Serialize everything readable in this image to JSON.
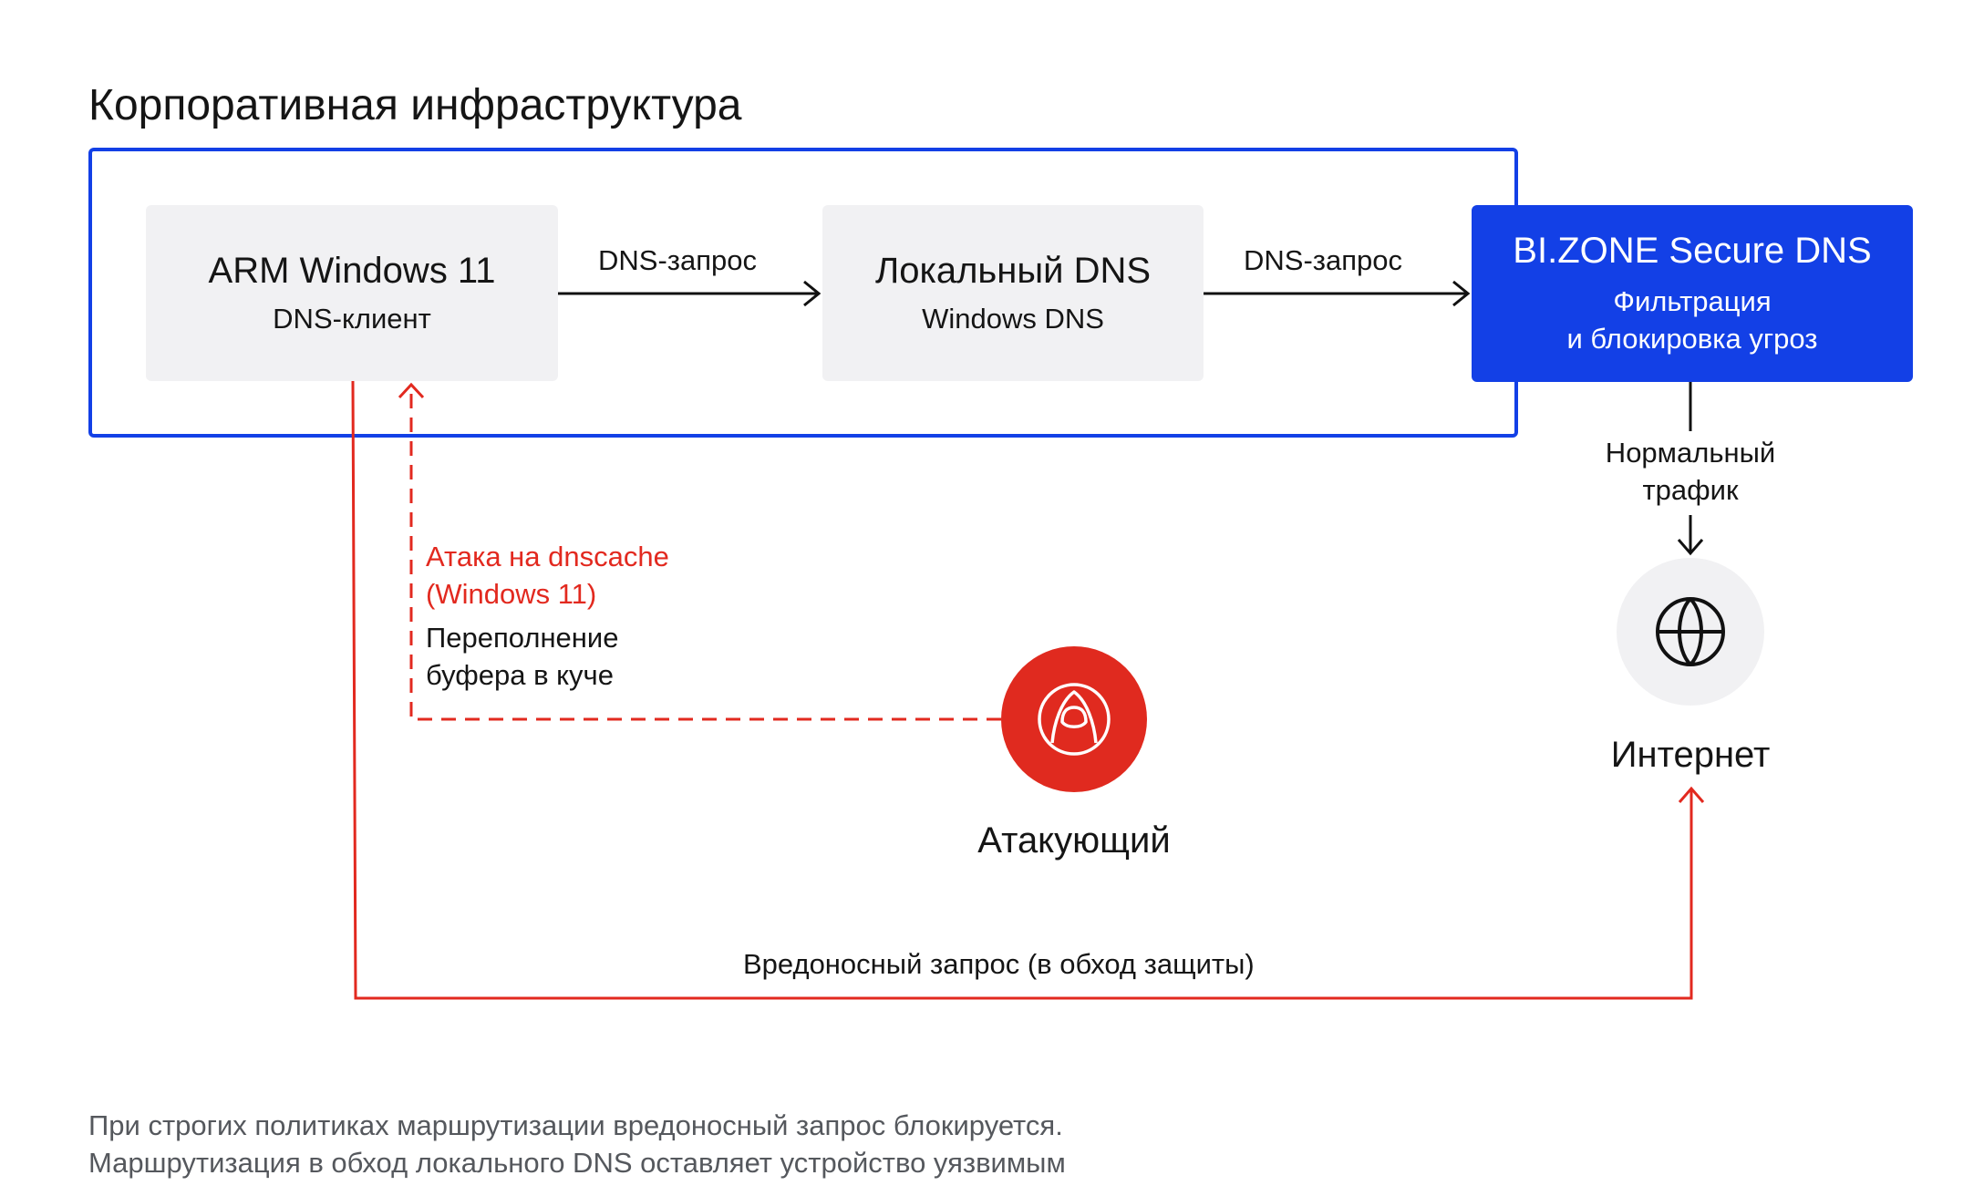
{
  "title": "Корпоративная инфраструктура",
  "nodes": {
    "arm": {
      "title": "ARM Windows 11",
      "subtitle": "DNS-клиент"
    },
    "local_dns": {
      "title": "Локальный DNS",
      "subtitle": "Windows DNS"
    },
    "bizone": {
      "title": "BI.ZONE Secure DNS",
      "subtitle_line1": "Фильтрация",
      "subtitle_line2": "и блокировка угроз"
    }
  },
  "edges": {
    "dns_request_1": "DNS-запрос",
    "dns_request_2": "DNS-запрос",
    "normal_traffic_line1": "Нормальный",
    "normal_traffic_line2": "трафик",
    "attack_line1": "Атака на dnscache",
    "attack_line2": "(Windows 11)",
    "overflow_line1": "Переполнение",
    "overflow_line2": "буфера в куче",
    "malicious": "Вредоносный запрос (в обход защиты)"
  },
  "actors": {
    "internet": "Интернет",
    "attacker": "Атакующий"
  },
  "footer": {
    "line1": "При строгих политиках маршрутизации вредоносный запрос блокируется.",
    "line2": "Маршрутизация в обход локального DNS оставляет устройство уязвимым"
  },
  "colors": {
    "brand_blue": "#1340e6",
    "attack_red": "#e2291f",
    "node_gray": "#f1f1f3",
    "text": "#151515"
  },
  "icons": {
    "internet": "globe-icon",
    "attacker": "hooded-hacker-icon"
  }
}
